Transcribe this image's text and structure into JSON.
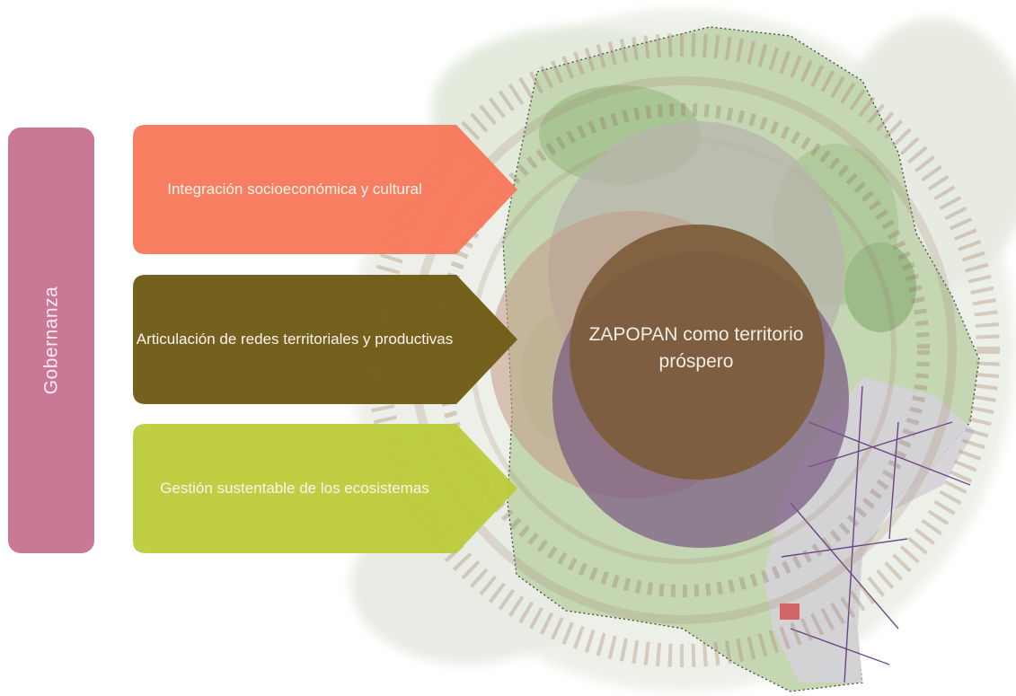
{
  "side_label": "Gobernanza",
  "pillars": [
    {
      "label": "Integración socioeconómica y cultural",
      "color": "#f8775a"
    },
    {
      "label": "Articulación de redes territoriales y productivas",
      "color": "#6f5b16"
    },
    {
      "label": "Gestión sustentable de los ecosistemas",
      "color": "#bccb39"
    }
  ],
  "center": {
    "label": "ZAPOPAN como territorio próspero",
    "color": "#7d5d3a"
  },
  "colors": {
    "side_bar": "#c97896",
    "ring": "#a6836d",
    "map_green": "#c8d8b6",
    "overlap_purple": "#7a5a82",
    "overlap_gray": "#b9b6ad",
    "urban_lines": "#5a2d7a"
  }
}
